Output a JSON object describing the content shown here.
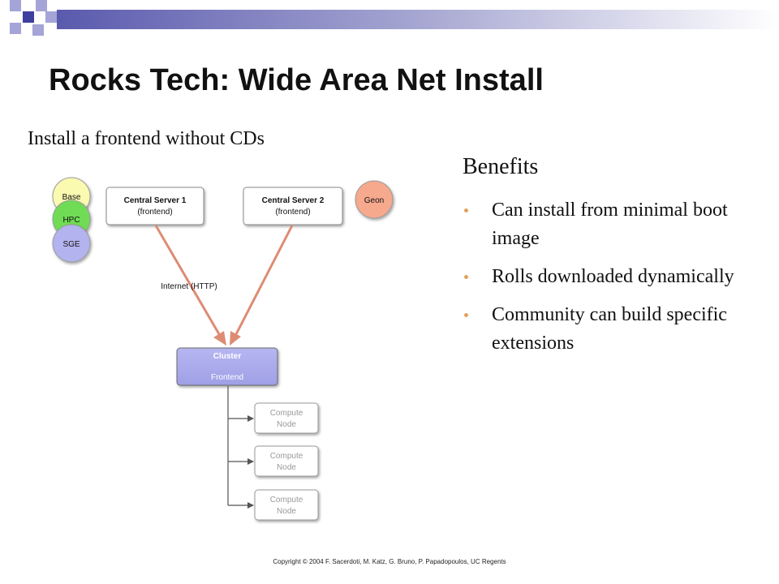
{
  "slide": {
    "title": "Rocks Tech: Wide Area Net Install",
    "subtitle": "Install a frontend without CDs",
    "benefits": {
      "heading": "Benefits",
      "items": [
        "Can install from minimal boot image",
        "Rolls downloaded dynamically",
        "Community can build specific extensions"
      ]
    },
    "copyright": "Copyright © 2004 F. Sacerdoti, M. Katz, G. Bruno, P. Papadopoulos,  UC Regents"
  },
  "diagram": {
    "rolls": [
      "Base",
      "HPC",
      "SGE"
    ],
    "extra_roll": "Geon",
    "server1": {
      "title": "Central Server 1",
      "sub": "(frontend)"
    },
    "server2": {
      "title": "Central Server 2",
      "sub": "(frontend)"
    },
    "link_label": "Internet (HTTP)",
    "cluster": {
      "title": "Cluster",
      "sub": "Frontend"
    },
    "compute_nodes": [
      {
        "line1": "Compute",
        "line2": "Node"
      },
      {
        "line1": "Compute",
        "line2": "Node"
      },
      {
        "line1": "Compute",
        "line2": "Node"
      }
    ]
  },
  "colors": {
    "roll_base": "#fafab0",
    "roll_hpc": "#6fdc54",
    "roll_sge": "#b3b3ef",
    "roll_geon": "#f6a98c",
    "cluster_fill": "#a9a9ee",
    "arrow": "#dd8c74",
    "header_square_dark": "#3f3f9f",
    "header_square_light": "#a4a4d8"
  }
}
